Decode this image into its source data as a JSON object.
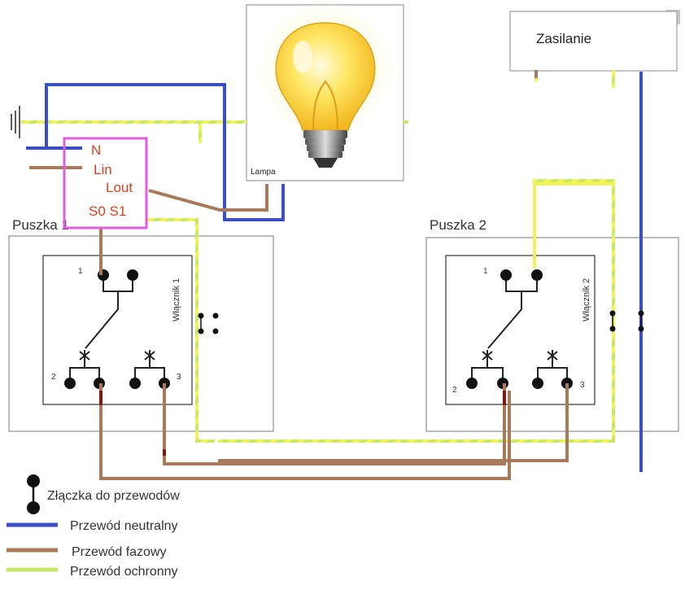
{
  "colors": {
    "neutral": "#3a4fc4",
    "phase": "#a97a5a",
    "earth_green": "#c9e86a",
    "earth_yellow": "#f2f25a",
    "module_border": "#e05ce0",
    "module_text": "#e0401a"
  },
  "boxes": {
    "zasilanie": "Zasilanie",
    "lampa": "Lampa",
    "puszka1": "Puszka 1",
    "puszka2": "Puszka 2",
    "wlacznik1": "Włącznik 1",
    "wlacznik2": "Włącznik 2"
  },
  "module": {
    "n": "N",
    "lin": "Lin",
    "lout": "Lout",
    "s0s1": "S0 S1"
  },
  "terminals": {
    "t1": "1",
    "t2": "2",
    "t3": "3"
  },
  "legend": {
    "connector": "Złączka do przewodów",
    "neutral": "Przewód neutralny",
    "phase": "Przewód fazowy",
    "earth": "Przewód ochronny"
  },
  "icons": {
    "bulb": "lightbulb-icon",
    "ground": "ground-symbol-icon",
    "expand": "expand-icon"
  }
}
